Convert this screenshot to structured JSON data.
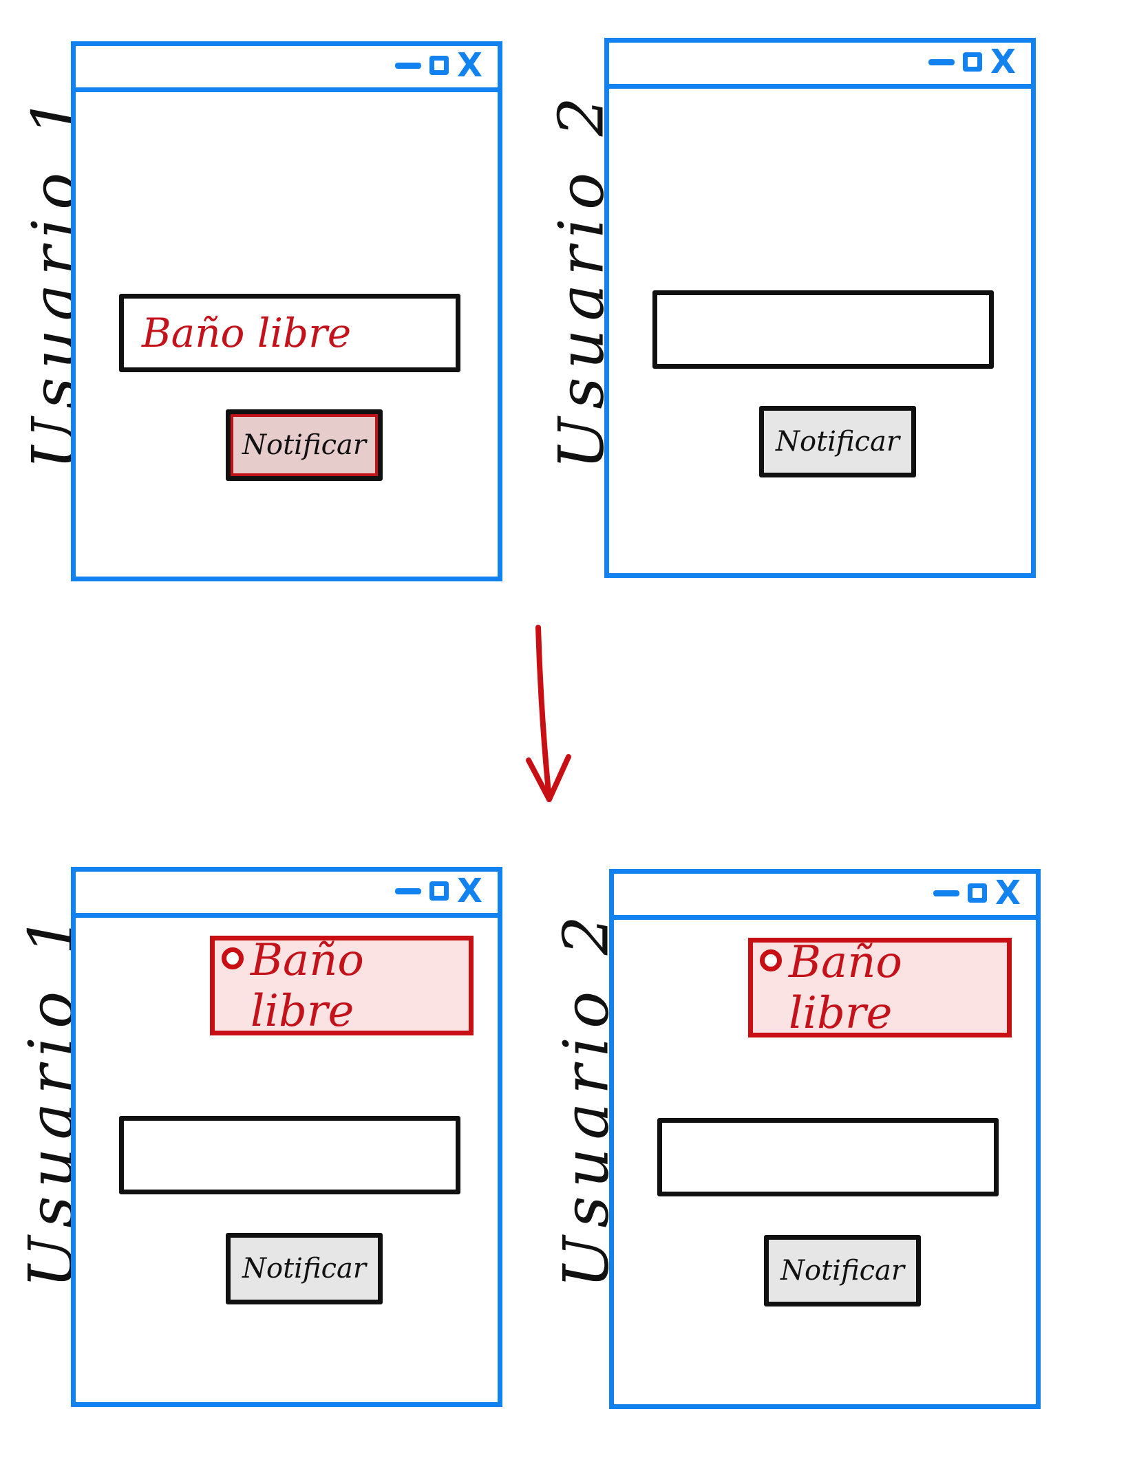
{
  "titlebar": {
    "icons": [
      "minimize-icon",
      "maximize-icon",
      "close-icon"
    ],
    "close_glyph": "X"
  },
  "top_left": {
    "user_label": "Usuario 1",
    "field_text": "Baño libre",
    "button_label": "Notificar"
  },
  "top_right": {
    "user_label": "Usuario 2",
    "field_text": "",
    "button_label": "Notificar"
  },
  "bottom_left": {
    "user_label": "Usuario 1",
    "notification_text": "Baño libre",
    "field_text": "",
    "button_label": "Notificar"
  },
  "bottom_right": {
    "user_label": "Usuario 2",
    "notification_text": "Baño libre",
    "field_text": "",
    "button_label": "Notificar"
  },
  "colors": {
    "window_border": "#1282f1",
    "accent_red": "#c80f14",
    "notification_bg": "#fbe3e4",
    "button_bg": "#e6e6e6",
    "active_button_bg": "#e7cccc"
  }
}
